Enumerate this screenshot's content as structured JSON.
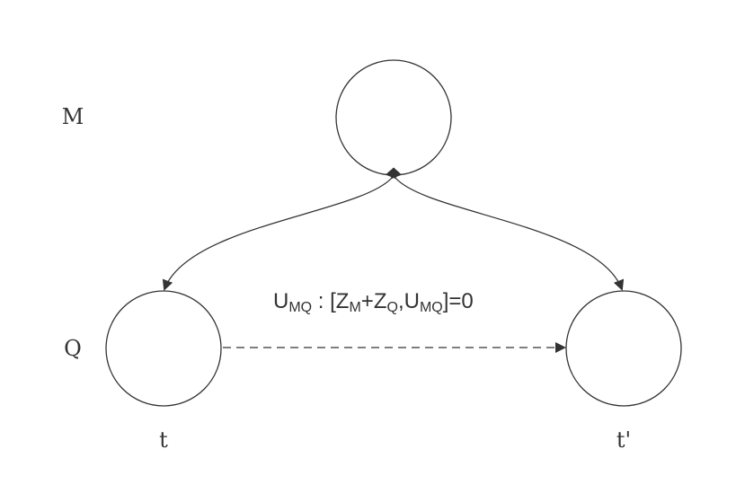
{
  "rows": {
    "top_label": "M",
    "bottom_label": "Q"
  },
  "times": {
    "left_label": "t",
    "right_label": "t'"
  },
  "equation": {
    "lhs_main": "U",
    "lhs_sub": "MQ",
    "sep": " : [",
    "z1_main": "Z",
    "z1_sub": "M",
    "plus": "+",
    "z2_main": "Z",
    "z2_sub": "Q",
    "comma": ",",
    "u_main": "U",
    "u_sub": "MQ",
    "tail": "]=0"
  },
  "colors": {
    "stroke": "#333333",
    "background": "#ffffff"
  }
}
